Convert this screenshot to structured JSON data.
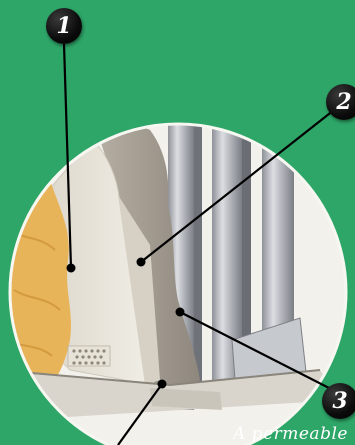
{
  "callouts": [
    {
      "number": "1",
      "label": ""
    },
    {
      "number": "2",
      "label": ""
    },
    {
      "number": "3",
      "label": ""
    }
  ],
  "caption": "A permeable",
  "colors": {
    "background": "#2ea668",
    "insulation": "#e8b45a",
    "board_face": "#e4e0d6",
    "membrane": "#a8a095",
    "steel_stud": "#b9bcc2",
    "callout_marker": "#000000",
    "leader_line": "#000000"
  },
  "illustration": {
    "subject": "cutaway wall section in circular inset",
    "layers": [
      "insulation",
      "board",
      "membrane",
      "steel-stud"
    ]
  }
}
